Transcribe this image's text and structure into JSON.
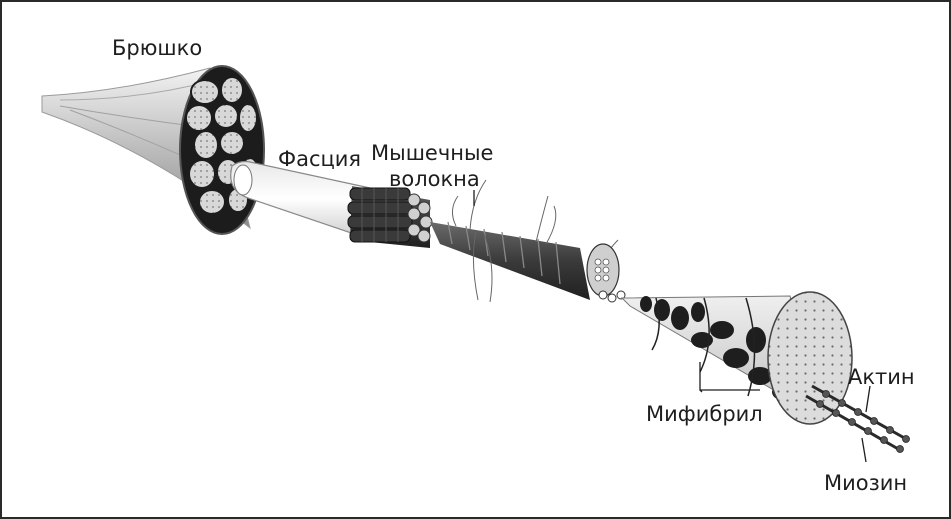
{
  "labels": {
    "belly": "Брюшко",
    "fascia": "Фасция",
    "muscle_fibers_line1": "Мышечные",
    "muscle_fibers_line2": "волокна",
    "myofibril": "Мифибрил",
    "actin": "Актин",
    "myosin": "Миозин"
  },
  "colors": {
    "border": "#2a2a2a",
    "dark": "#1c1c1c",
    "mid": "#8c8c8c",
    "light": "#d9d9d9",
    "background": "#ffffff"
  }
}
